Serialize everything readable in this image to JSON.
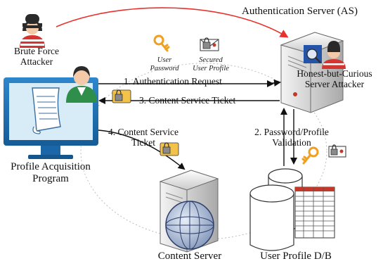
{
  "labels": {
    "auth_server": "Authentication Server (AS)",
    "brute_force_attacker": "Brute Force Attacker",
    "user_password": "User Password",
    "secured_user_profile": "Secured User Profile",
    "honest_curious_attacker": "Honest-but-Curious Server Attacker",
    "profile_acquisition_program": "Profile Acquisition Program",
    "content_server": "Content Server",
    "user_profile_db": "User Profile D/B"
  },
  "steps": {
    "step1": "1. Authentication Request",
    "step2": "2. Password/Profile Validation",
    "step3": "3. Content Service Ticket",
    "step4": "4. Content Service Ticket"
  },
  "colors": {
    "attack_arrow": "#e8322d",
    "monitor_blue": "#1d6fb5",
    "screen_light": "#d8ecf8",
    "server_gray": "#cfcfcf",
    "key_orange": "#f0a020",
    "ticket_yellow": "#f2c24a",
    "attacker_red": "#d8342f"
  },
  "icons": [
    "attacker-icon",
    "key-icon",
    "lock-envelope-icon",
    "ticket-icon",
    "server-icon",
    "globe-icon",
    "database-icon",
    "monitor-icon",
    "user-icon",
    "document-icon",
    "table-icon"
  ]
}
